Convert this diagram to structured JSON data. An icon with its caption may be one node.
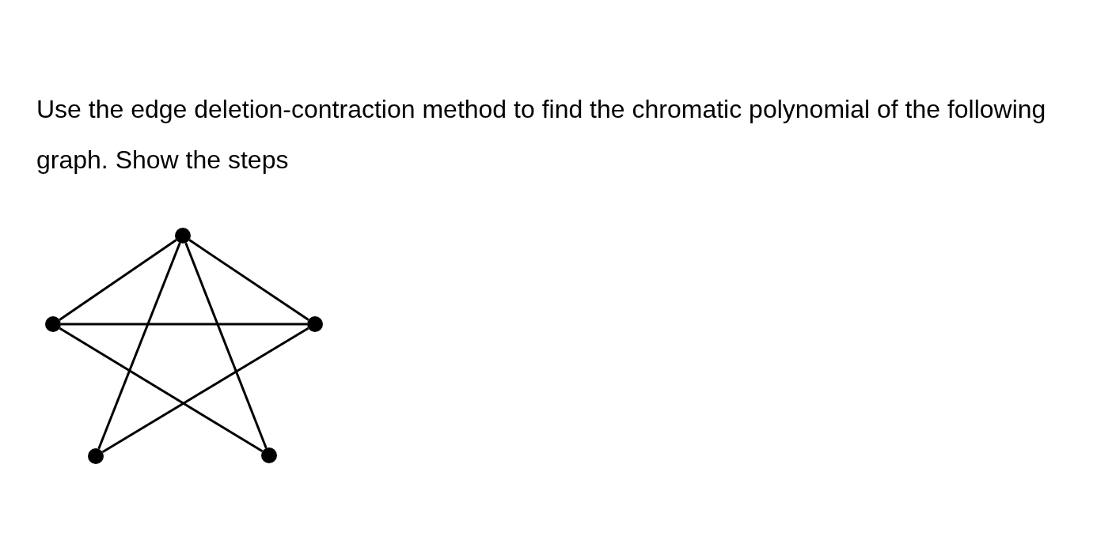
{
  "diagram": {
    "nodes": [
      {
        "text": [],
        "shape": "circle"
      },
      {
        "text": [],
        "shape": "circle"
      },
      {
        "text": [],
        "shape": "circle"
      },
      {
        "text": [],
        "shape": "circle"
      },
      {
        "text": [],
        "shape": "circle"
      }
    ],
    "edges": [
      {
        "from": 0,
        "to": 1,
        "arrow": "none"
      },
      {
        "from": 0,
        "to": 2,
        "arrow": "none"
      },
      {
        "from": 0,
        "to": 3,
        "arrow": "none"
      },
      {
        "from": 0,
        "to": 4,
        "arrow": "none"
      },
      {
        "from": 1,
        "to": 2,
        "arrow": "none"
      },
      {
        "from": 1,
        "to": 4,
        "arrow": "none"
      },
      {
        "from": 2,
        "to": 3,
        "arrow": "none"
      }
    ],
    "labels": [
      "Use the edge deletion-contraction method to find the chromatic polynomial of the following graph. Show the steps"
    ]
  }
}
